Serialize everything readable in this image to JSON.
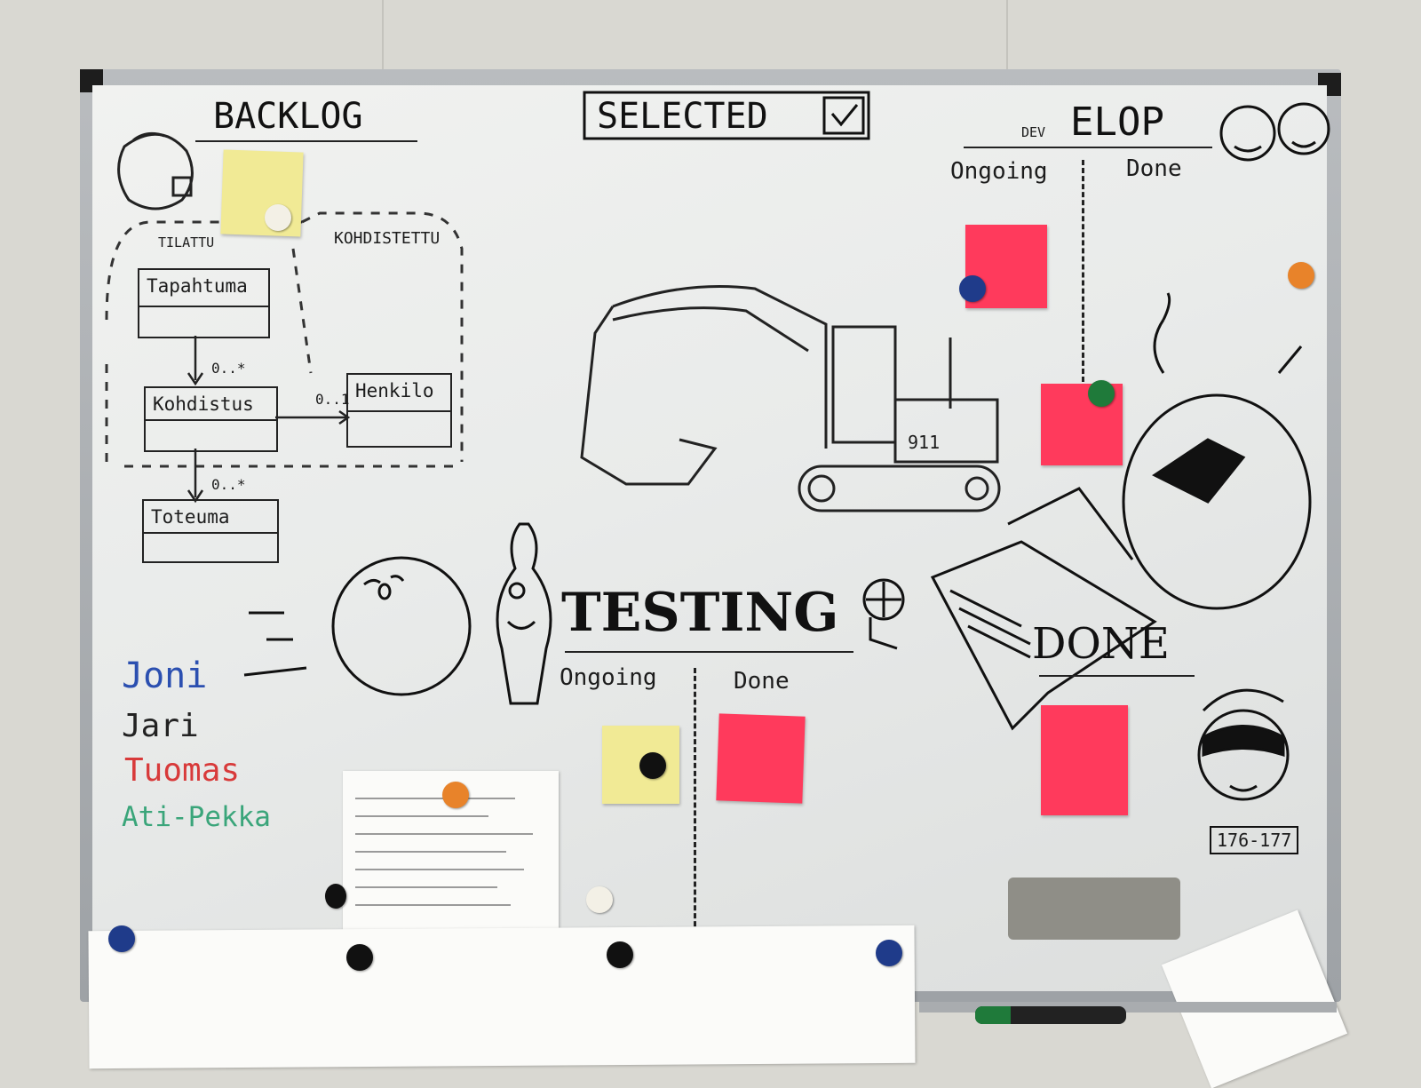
{
  "board": {
    "columns": {
      "backlog": "BACKLOG",
      "selected": "SELECTED",
      "develop_prefix": "DEV",
      "develop": "ELOP",
      "develop_ongoing": "Ongoing",
      "develop_done": "Done",
      "testing": "TESTING",
      "testing_ongoing": "Ongoing",
      "testing_done": "Done",
      "done": "DONE"
    },
    "diagram": {
      "region_left": "TILATTU",
      "region_right": "KOHDISTETTU",
      "entities": [
        "Tapahtuma",
        "Kohdistus",
        "Henkilo",
        "Toteuma"
      ],
      "multiplicity_1": "0..*",
      "multiplicity_2": "0..1",
      "multiplicity_3": "0..*"
    },
    "team": [
      {
        "name": "Joni",
        "color": "#2b4fb0"
      },
      {
        "name": "Jari",
        "color": "#222222"
      },
      {
        "name": "Tuomas",
        "color": "#d83a3a"
      },
      {
        "name": "Ati-Pekka",
        "color": "#3aa57a"
      }
    ],
    "excavator_label": "911",
    "badge": "176-177"
  },
  "colors": {
    "note_pink": "#ff3a5c",
    "note_yellow": "#f1ea95",
    "magnet_blue": "#1f3b8a",
    "magnet_orange": "#e8832a",
    "magnet_green": "#1f7a3a"
  },
  "icons": [
    "checkmark-icon",
    "backpack-icon",
    "bowling-ball-icon",
    "bowling-pin-icon",
    "crash-dummy-icon",
    "excavator-icon",
    "monkeys-icon",
    "book-icon",
    "robber-icon"
  ]
}
